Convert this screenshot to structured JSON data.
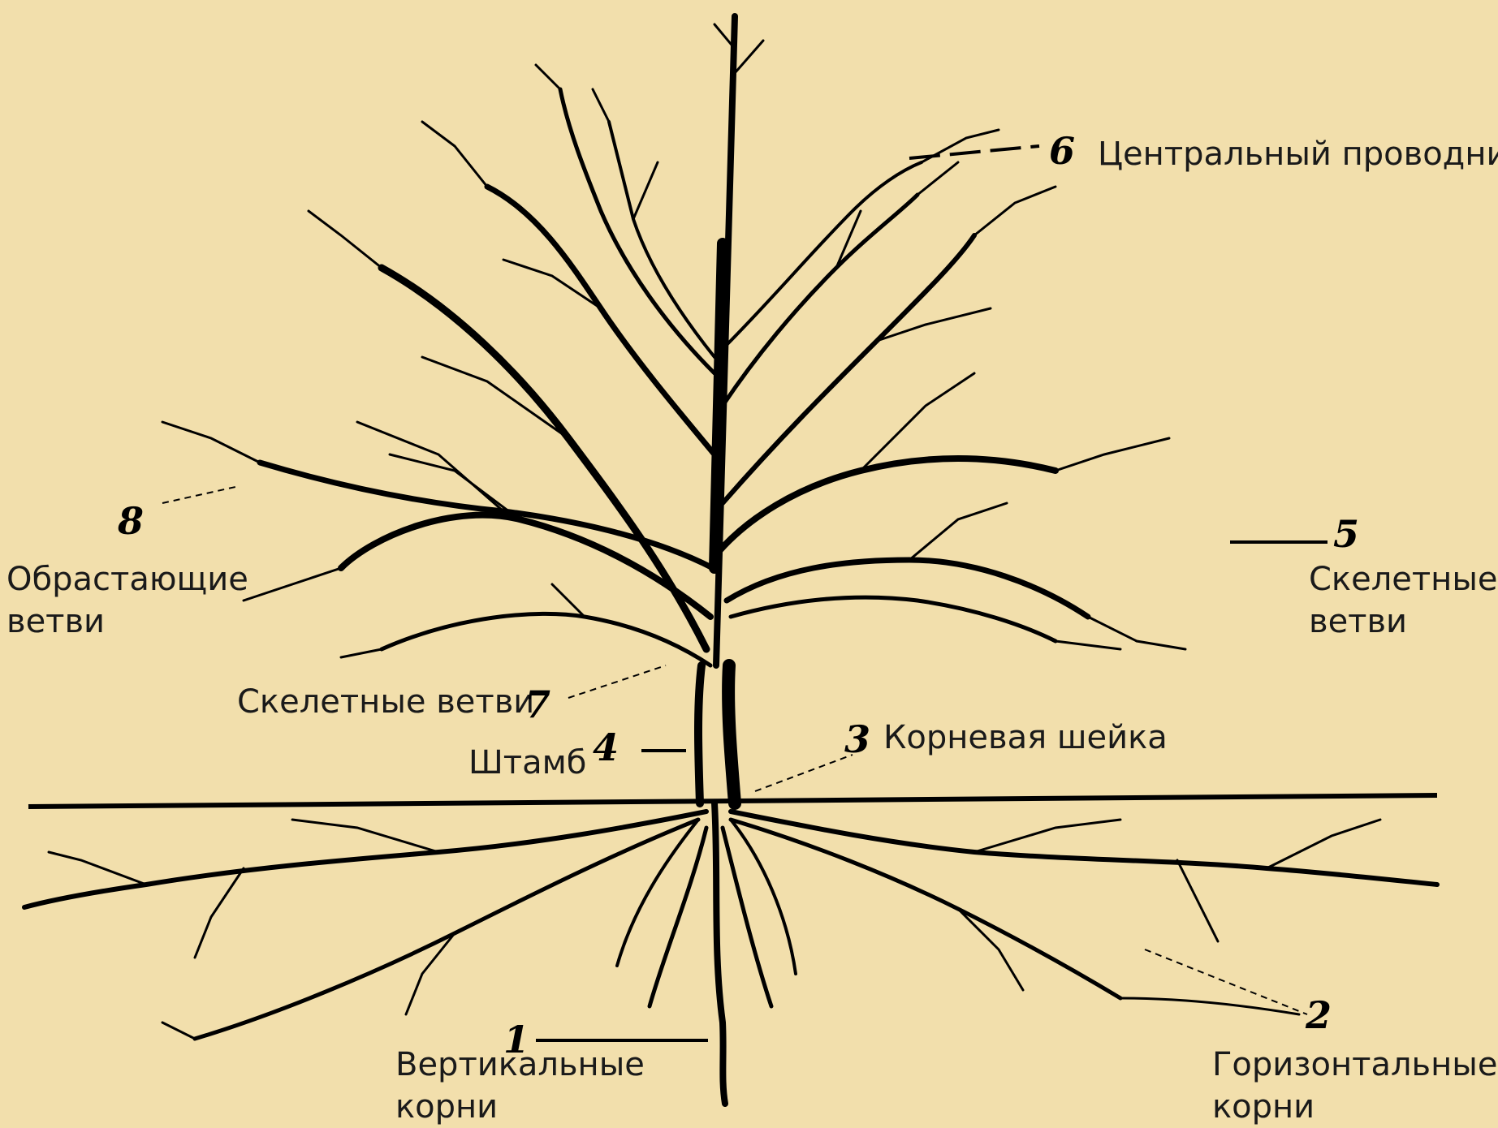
{
  "colors": {
    "background": "#F2DFAC",
    "ink": "#000000"
  },
  "labels": {
    "vertical_roots": {
      "number": "1",
      "text_line1": "Вертикальные",
      "text_line2": "корни"
    },
    "horizontal_roots": {
      "number": "2",
      "text_line1": "Горизонтальные",
      "text_line2": "корни"
    },
    "root_collar": {
      "number": "3",
      "text": "Корневая шейка"
    },
    "trunk": {
      "number": "4",
      "text": "Штамб"
    },
    "skeletal_right": {
      "number": "5",
      "text_line1": "Скелетные",
      "text_line2": "ветви"
    },
    "central_leader": {
      "number": "6",
      "text": "Центральный проводник"
    },
    "skeletal_lower": {
      "number": "7",
      "text": "Скелетные ветви"
    },
    "overgrowing": {
      "number": "8",
      "text_line1": "Обрастающие",
      "text_line2": "ветви"
    }
  }
}
